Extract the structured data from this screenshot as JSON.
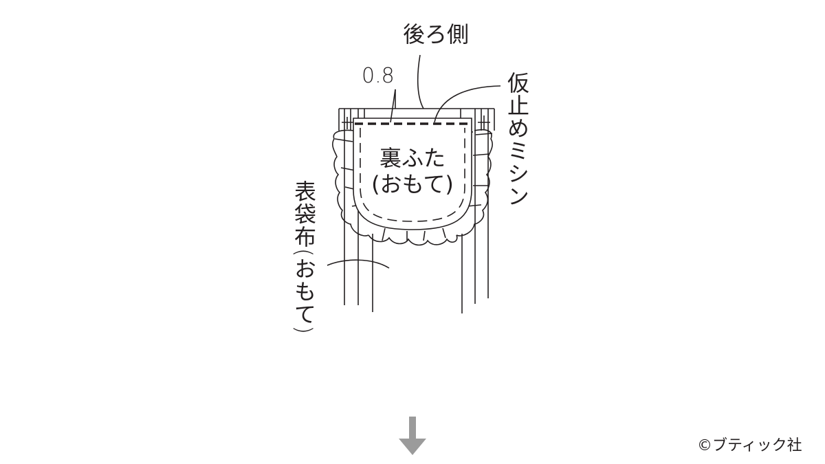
{
  "diagram": {
    "labels": {
      "back_side": "後ろ側",
      "seam_allowance": "0.8",
      "basting_stitch": "仮止めミシン",
      "flap_lining_line1": "裏ふた",
      "flap_lining_line2": "(おもて)",
      "outer_bag_fabric": "表袋布(おもて)"
    },
    "next_step_arrow": "down-arrow",
    "copyright": "©ブティック社",
    "colors": {
      "line": "#231f20",
      "arrow": "#9b9b9b",
      "background": "#ffffff"
    }
  }
}
